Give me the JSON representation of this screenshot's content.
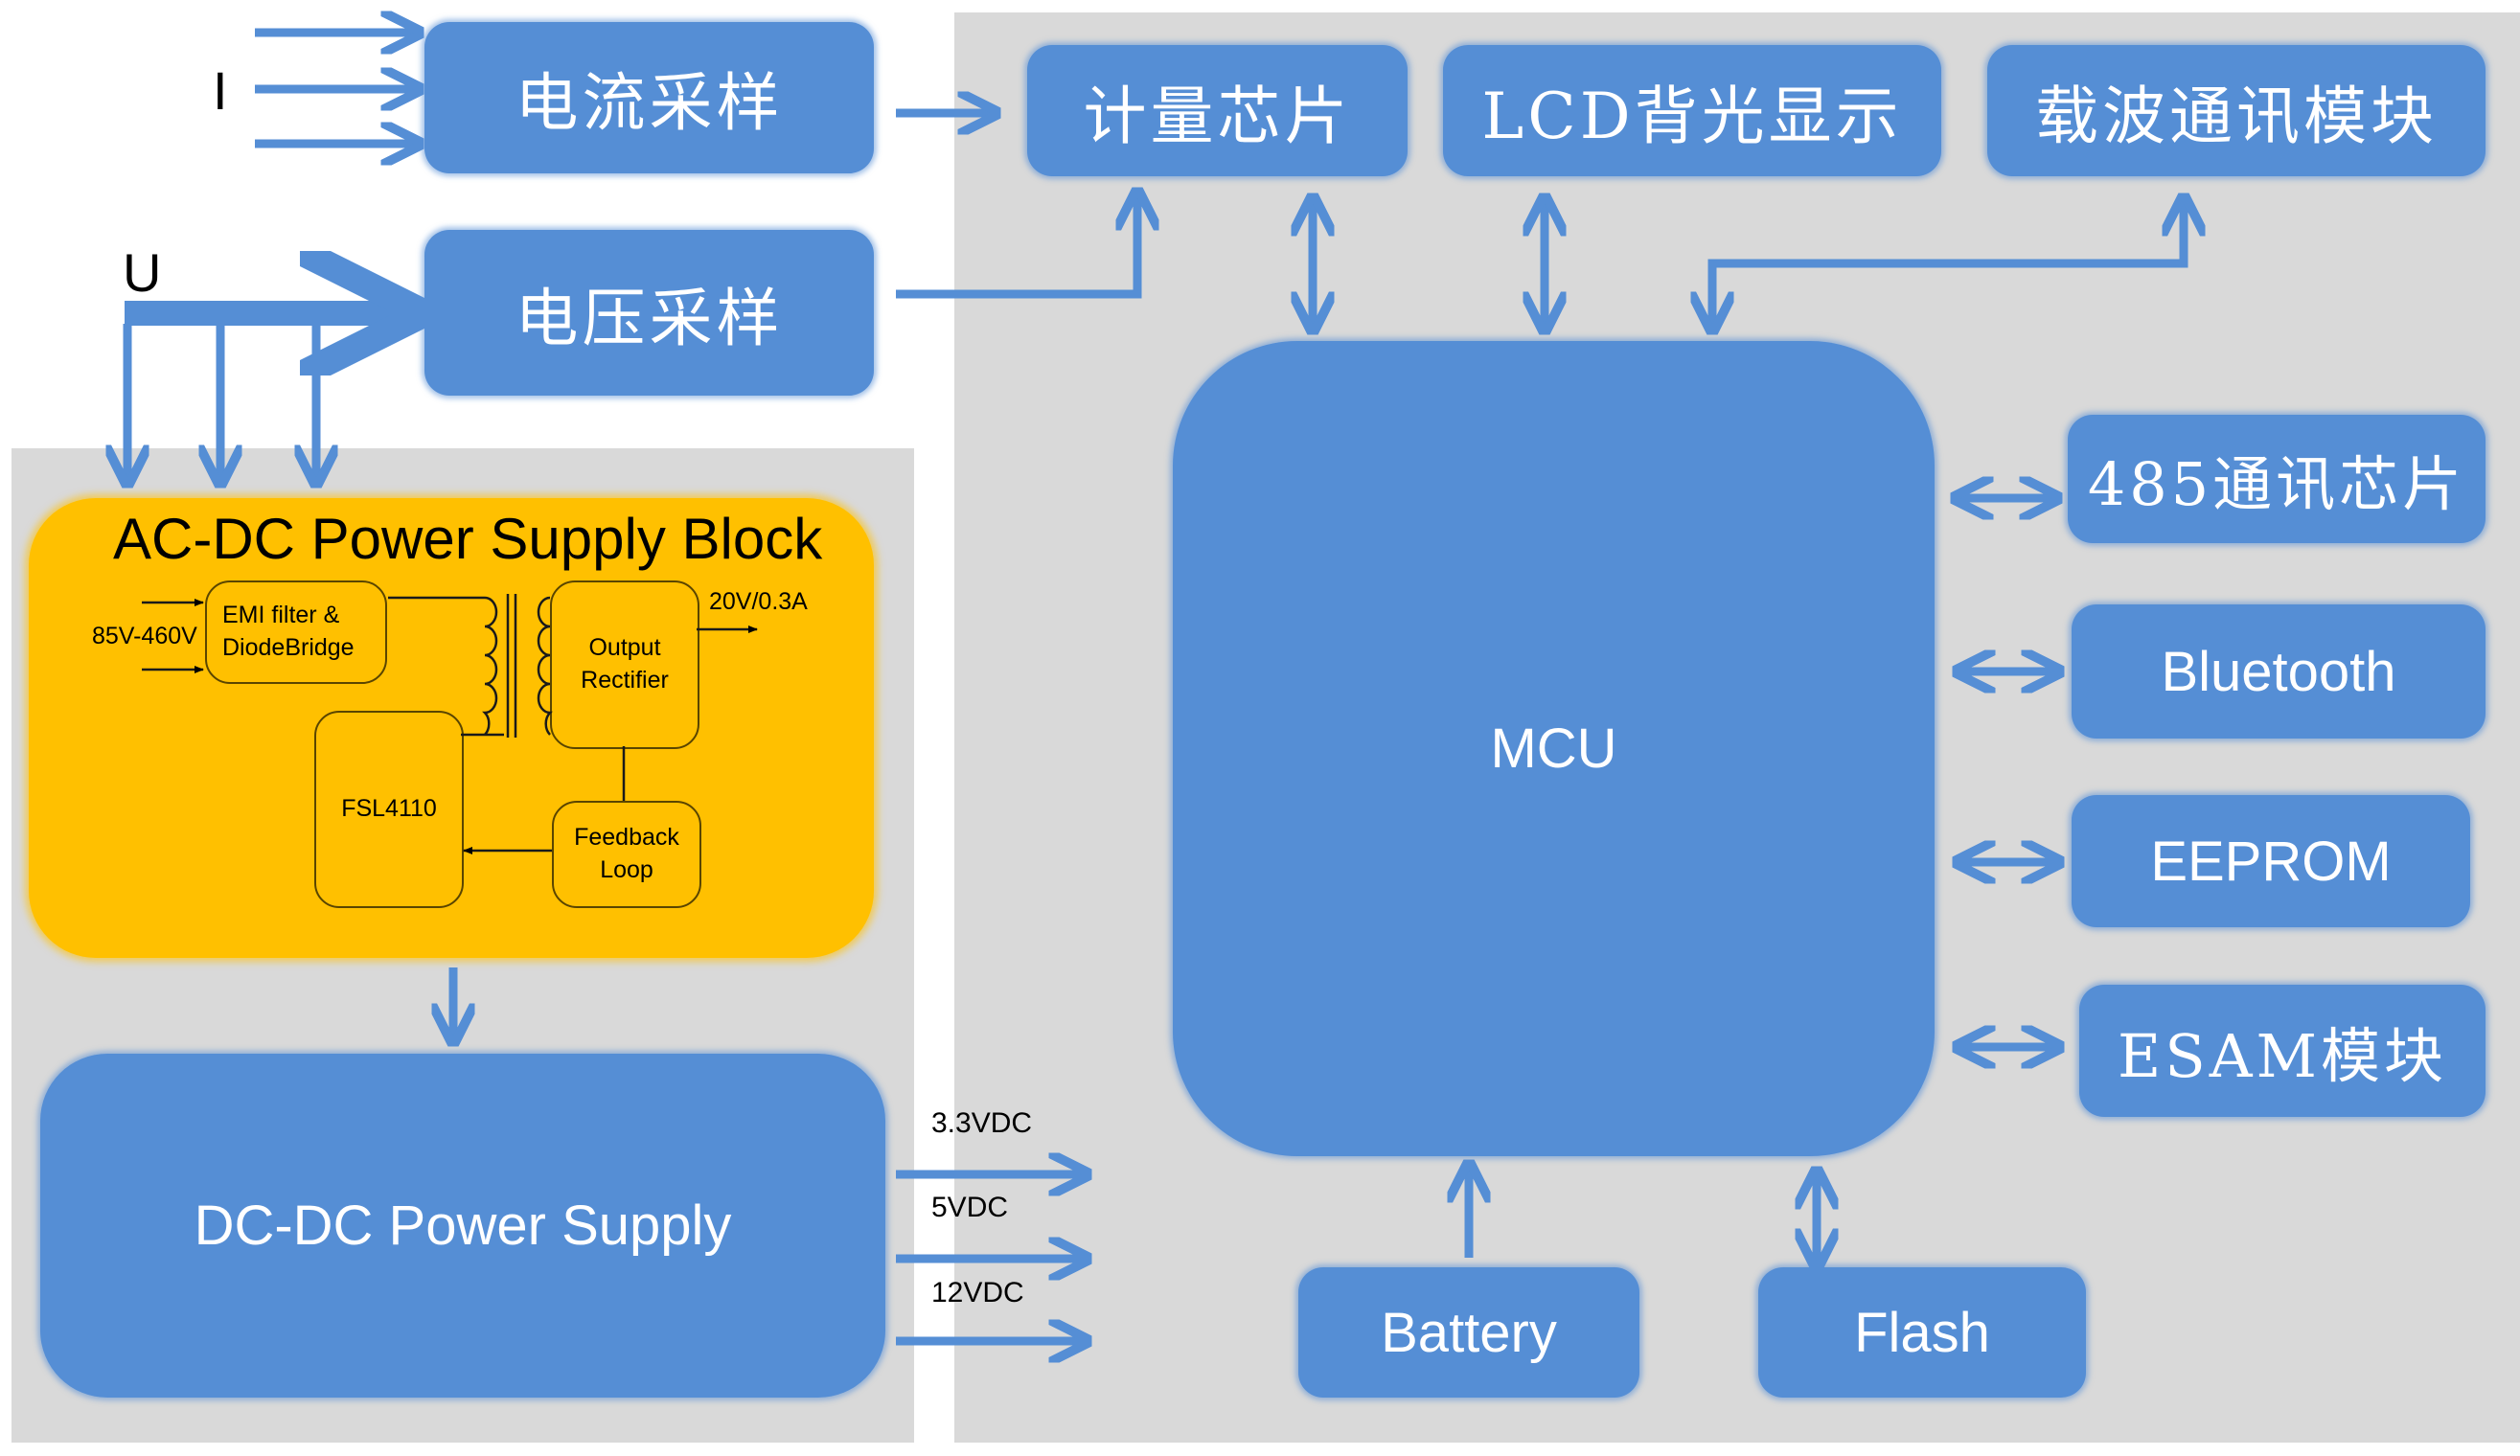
{
  "diagram": {
    "inputs": {
      "current_label": "I",
      "voltage_label": "U"
    },
    "sampling": {
      "current": "电流采样",
      "voltage": "电压采样"
    },
    "top_modules": [
      {
        "label": "计量芯片"
      },
      {
        "label": "LCD背光显示"
      },
      {
        "label": "载波通讯模块"
      }
    ],
    "mcu": {
      "label": "MCU"
    },
    "side_modules": [
      {
        "label": "485通讯芯片"
      },
      {
        "label": "Bluetooth"
      },
      {
        "label": "EEPROM"
      },
      {
        "label": "ESAM模块"
      }
    ],
    "bottom_modules": [
      {
        "label": "Battery"
      },
      {
        "label": "Flash"
      }
    ],
    "acdc": {
      "title": "AC-DC Power Supply Block",
      "input_voltage": "85V-460V",
      "emi": "EMI filter & DiodeBridge",
      "rectifier": "Output Rectifier",
      "controller": "FSL4110",
      "feedback": "Feedback Loop",
      "output": "20V/0.3A"
    },
    "dcdc": {
      "label": "DC-DC Power Supply",
      "outputs": [
        "3.3VDC",
        "5VDC",
        "12VDC"
      ]
    },
    "colors": {
      "module_blue": "#558ed5",
      "acdc_yellow": "#ffc000",
      "panel_gray": "#d9d9d9",
      "arrow_blue": "#558ed5"
    }
  }
}
